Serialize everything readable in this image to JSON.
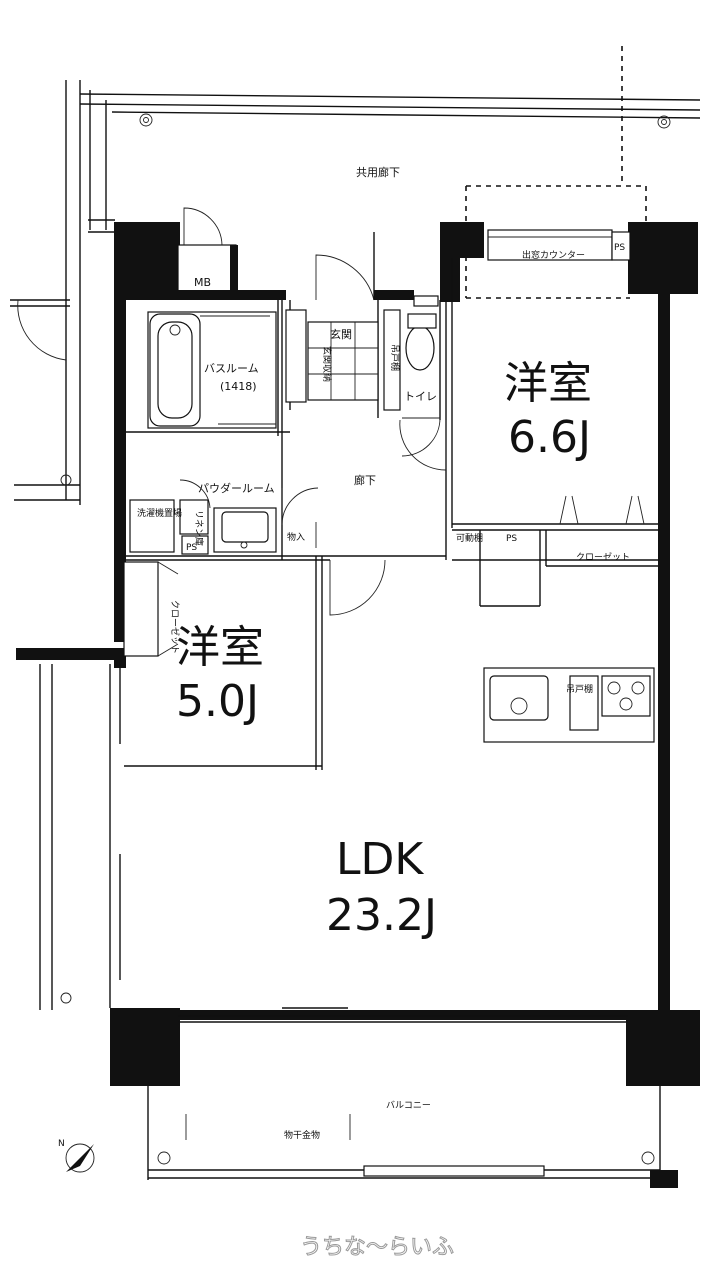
{
  "rooms": {
    "western_room_1": {
      "name": "洋室",
      "size": "6.6J"
    },
    "western_room_2": {
      "name": "洋室",
      "size": "5.0J"
    },
    "ldk": {
      "name": "LDK",
      "size": "23.2J"
    }
  },
  "labels": {
    "shared_corridor": "共用廊下",
    "mb": "MB",
    "ps_top": "PS",
    "bay_window_counter": "出窓カウンター",
    "entrance": "玄関",
    "entrance_storage": "玄関収納",
    "bathroom": "バスルーム",
    "bathroom_size": "(1418)",
    "toilet": "トイレ",
    "wall_cabinet_toilet": "吊戸棚",
    "corridor": "廊下",
    "powder_room": "パウダールーム",
    "laundry_area": "洗濯機置場",
    "linen_shelf": "リネン庫",
    "ps_laundry": "PS",
    "storage": "物入",
    "movable_shelf": "可動棚",
    "ps_mid": "PS",
    "closet_right": "クローゼット",
    "closet_left": "クローゼット",
    "wall_cabinet_kitchen": "吊戸棚",
    "balcony": "バルコニー",
    "clothes_hanger": "物干金物",
    "north_mark": "N"
  },
  "watermark": "うちな～らいふ",
  "colors": {
    "wall": "#111111",
    "line": "#111111",
    "background": "#ffffff"
  }
}
